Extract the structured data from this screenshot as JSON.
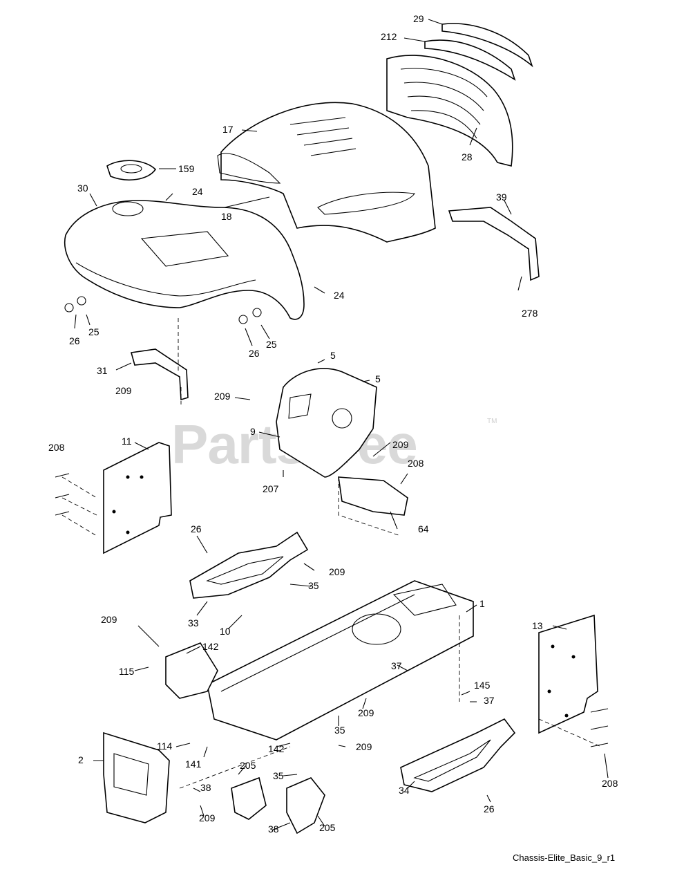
{
  "watermark": {
    "text": "PartsTree",
    "mark": "TM"
  },
  "caption": "Chassis-Elite_Basic_9_r1",
  "callouts": [
    "29",
    "212",
    "17",
    "159",
    "24",
    "30",
    "18",
    "28",
    "39",
    "24",
    "278",
    "26",
    "25",
    "26",
    "25",
    "31",
    "209",
    "5",
    "5",
    "209",
    "9",
    "209",
    "11",
    "208",
    "208",
    "207",
    "64",
    "26",
    "209",
    "35",
    "33",
    "10",
    "1",
    "209",
    "142",
    "115",
    "13",
    "37",
    "145",
    "37",
    "209",
    "35",
    "114",
    "141",
    "142",
    "209",
    "2",
    "205",
    "35",
    "38",
    "209",
    "34",
    "26",
    "38",
    "205",
    "208"
  ]
}
